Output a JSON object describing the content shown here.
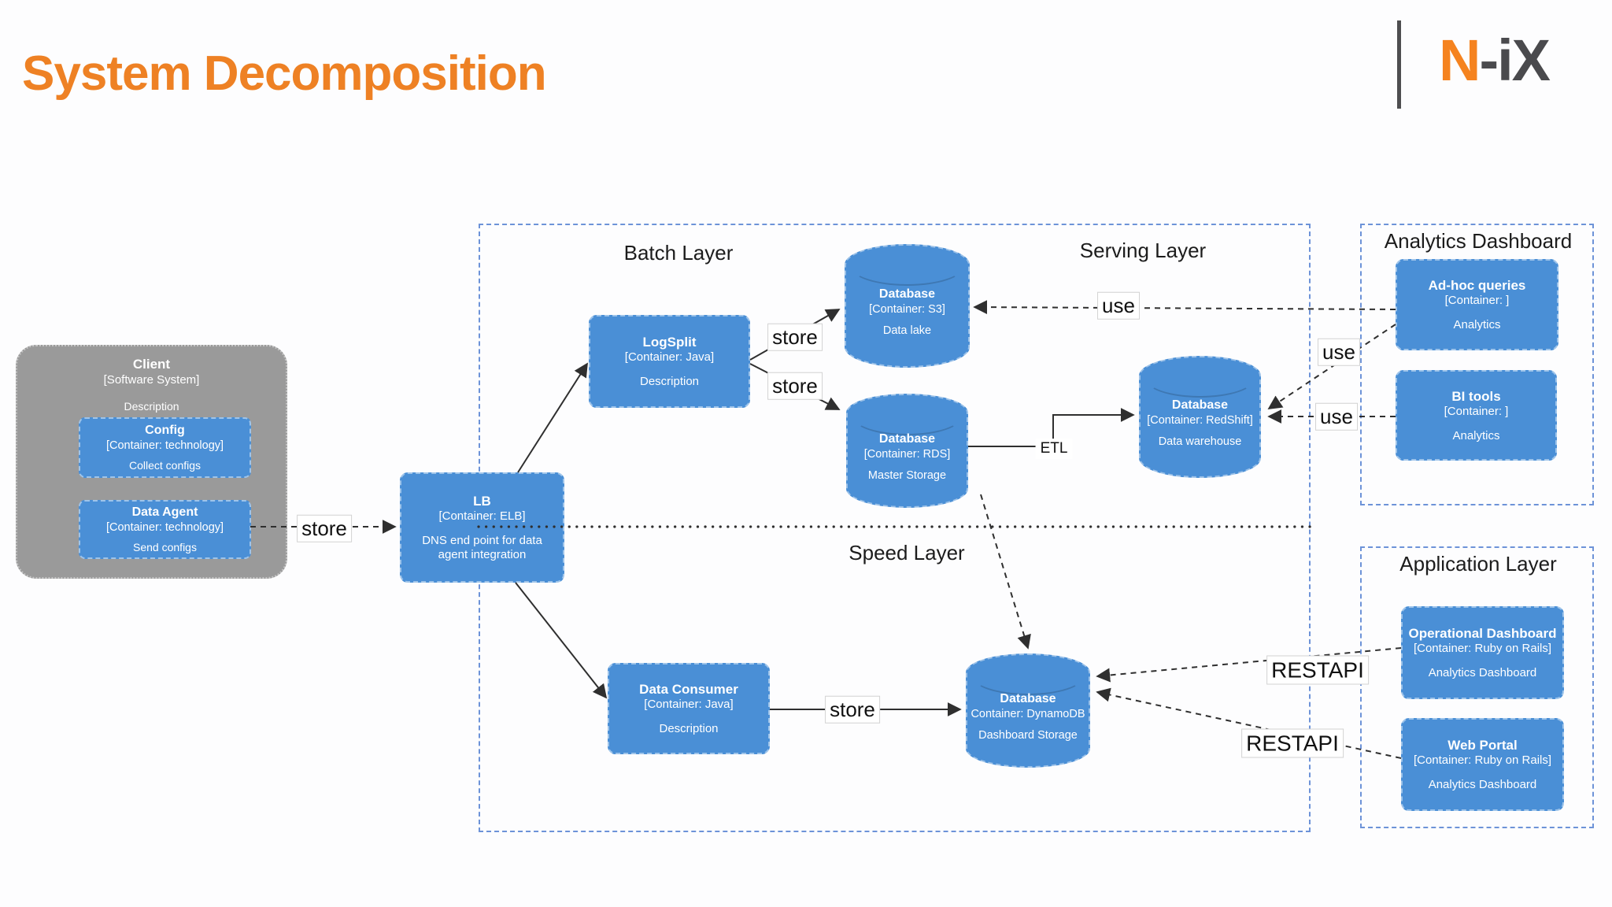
{
  "slide": {
    "title": "System Decomposition"
  },
  "logo": {
    "accent": "N",
    "rest": "-iX"
  },
  "colors": {
    "accent_orange": "#ee8124",
    "logo_orange": "#f5831f",
    "logo_gray": "#4a4a4d",
    "node_blue": "#4a8fd6",
    "client_gray": "#9a9a9a",
    "container_border_blue": "#6d93d8",
    "line_black": "#2f2f2f"
  },
  "layers": {
    "batch": "Batch Layer",
    "serving": "Serving Layer",
    "speed": "Speed Layer",
    "analytics_dashboard": "Analytics Dashboard",
    "application": "Application Layer"
  },
  "client": {
    "title": "Client",
    "subtitle": "[Software System]",
    "description": "Description",
    "children": [
      {
        "title": "Config",
        "subtitle": "[Container: technology]",
        "description": "Collect configs"
      },
      {
        "title": "Data Agent",
        "subtitle": "[Container: technology]",
        "description": "Send configs"
      }
    ]
  },
  "nodes": {
    "lb": {
      "title": "LB",
      "subtitle": "[Container: ELB]",
      "description": "DNS end point for data agent integration"
    },
    "logsplit": {
      "title": "LogSplit",
      "subtitle": "[Container: Java]",
      "description": "Description"
    },
    "data_consumer": {
      "title": "Data Consumer",
      "subtitle": "[Container: Java]",
      "description": "Description"
    },
    "db_s3": {
      "title": "Database",
      "subtitle": "[Container: S3]",
      "description": "Data lake"
    },
    "db_rds": {
      "title": "Database",
      "subtitle": "[Container: RDS]",
      "description": "Master Storage"
    },
    "db_redshift": {
      "title": "Database",
      "subtitle": "[Container: RedShift]",
      "description": "Data warehouse"
    },
    "db_dynamodb": {
      "title": "Database",
      "subtitle": "Container: DynamoDB",
      "description": "Dashboard Storage"
    },
    "adhoc": {
      "title": "Ad-hoc queries",
      "subtitle": "[Container: ]",
      "description": "Analytics"
    },
    "bi_tools": {
      "title": "BI tools",
      "subtitle": "[Container: ]",
      "description": "Analytics"
    },
    "operational": {
      "title": "Operational Dashboard",
      "subtitle": "[Container: Ruby on Rails]",
      "description": "Analytics Dashboard"
    },
    "web_portal": {
      "title": "Web Portal",
      "subtitle": "[Container: Ruby on Rails]",
      "description": "Analytics Dashboard"
    }
  },
  "edges": {
    "store_client_lb": "store",
    "store_logsplit_s3": "store",
    "store_logsplit_rds": "store",
    "store_consumer_dynamodb": "store",
    "use_adhoc_s3": "use",
    "use_adhoc_redshift": "use",
    "use_bitools_redshift": "use",
    "etl": "ETL",
    "restapi_operational": "RESTAPI",
    "restapi_webportal": "RESTAPI"
  }
}
